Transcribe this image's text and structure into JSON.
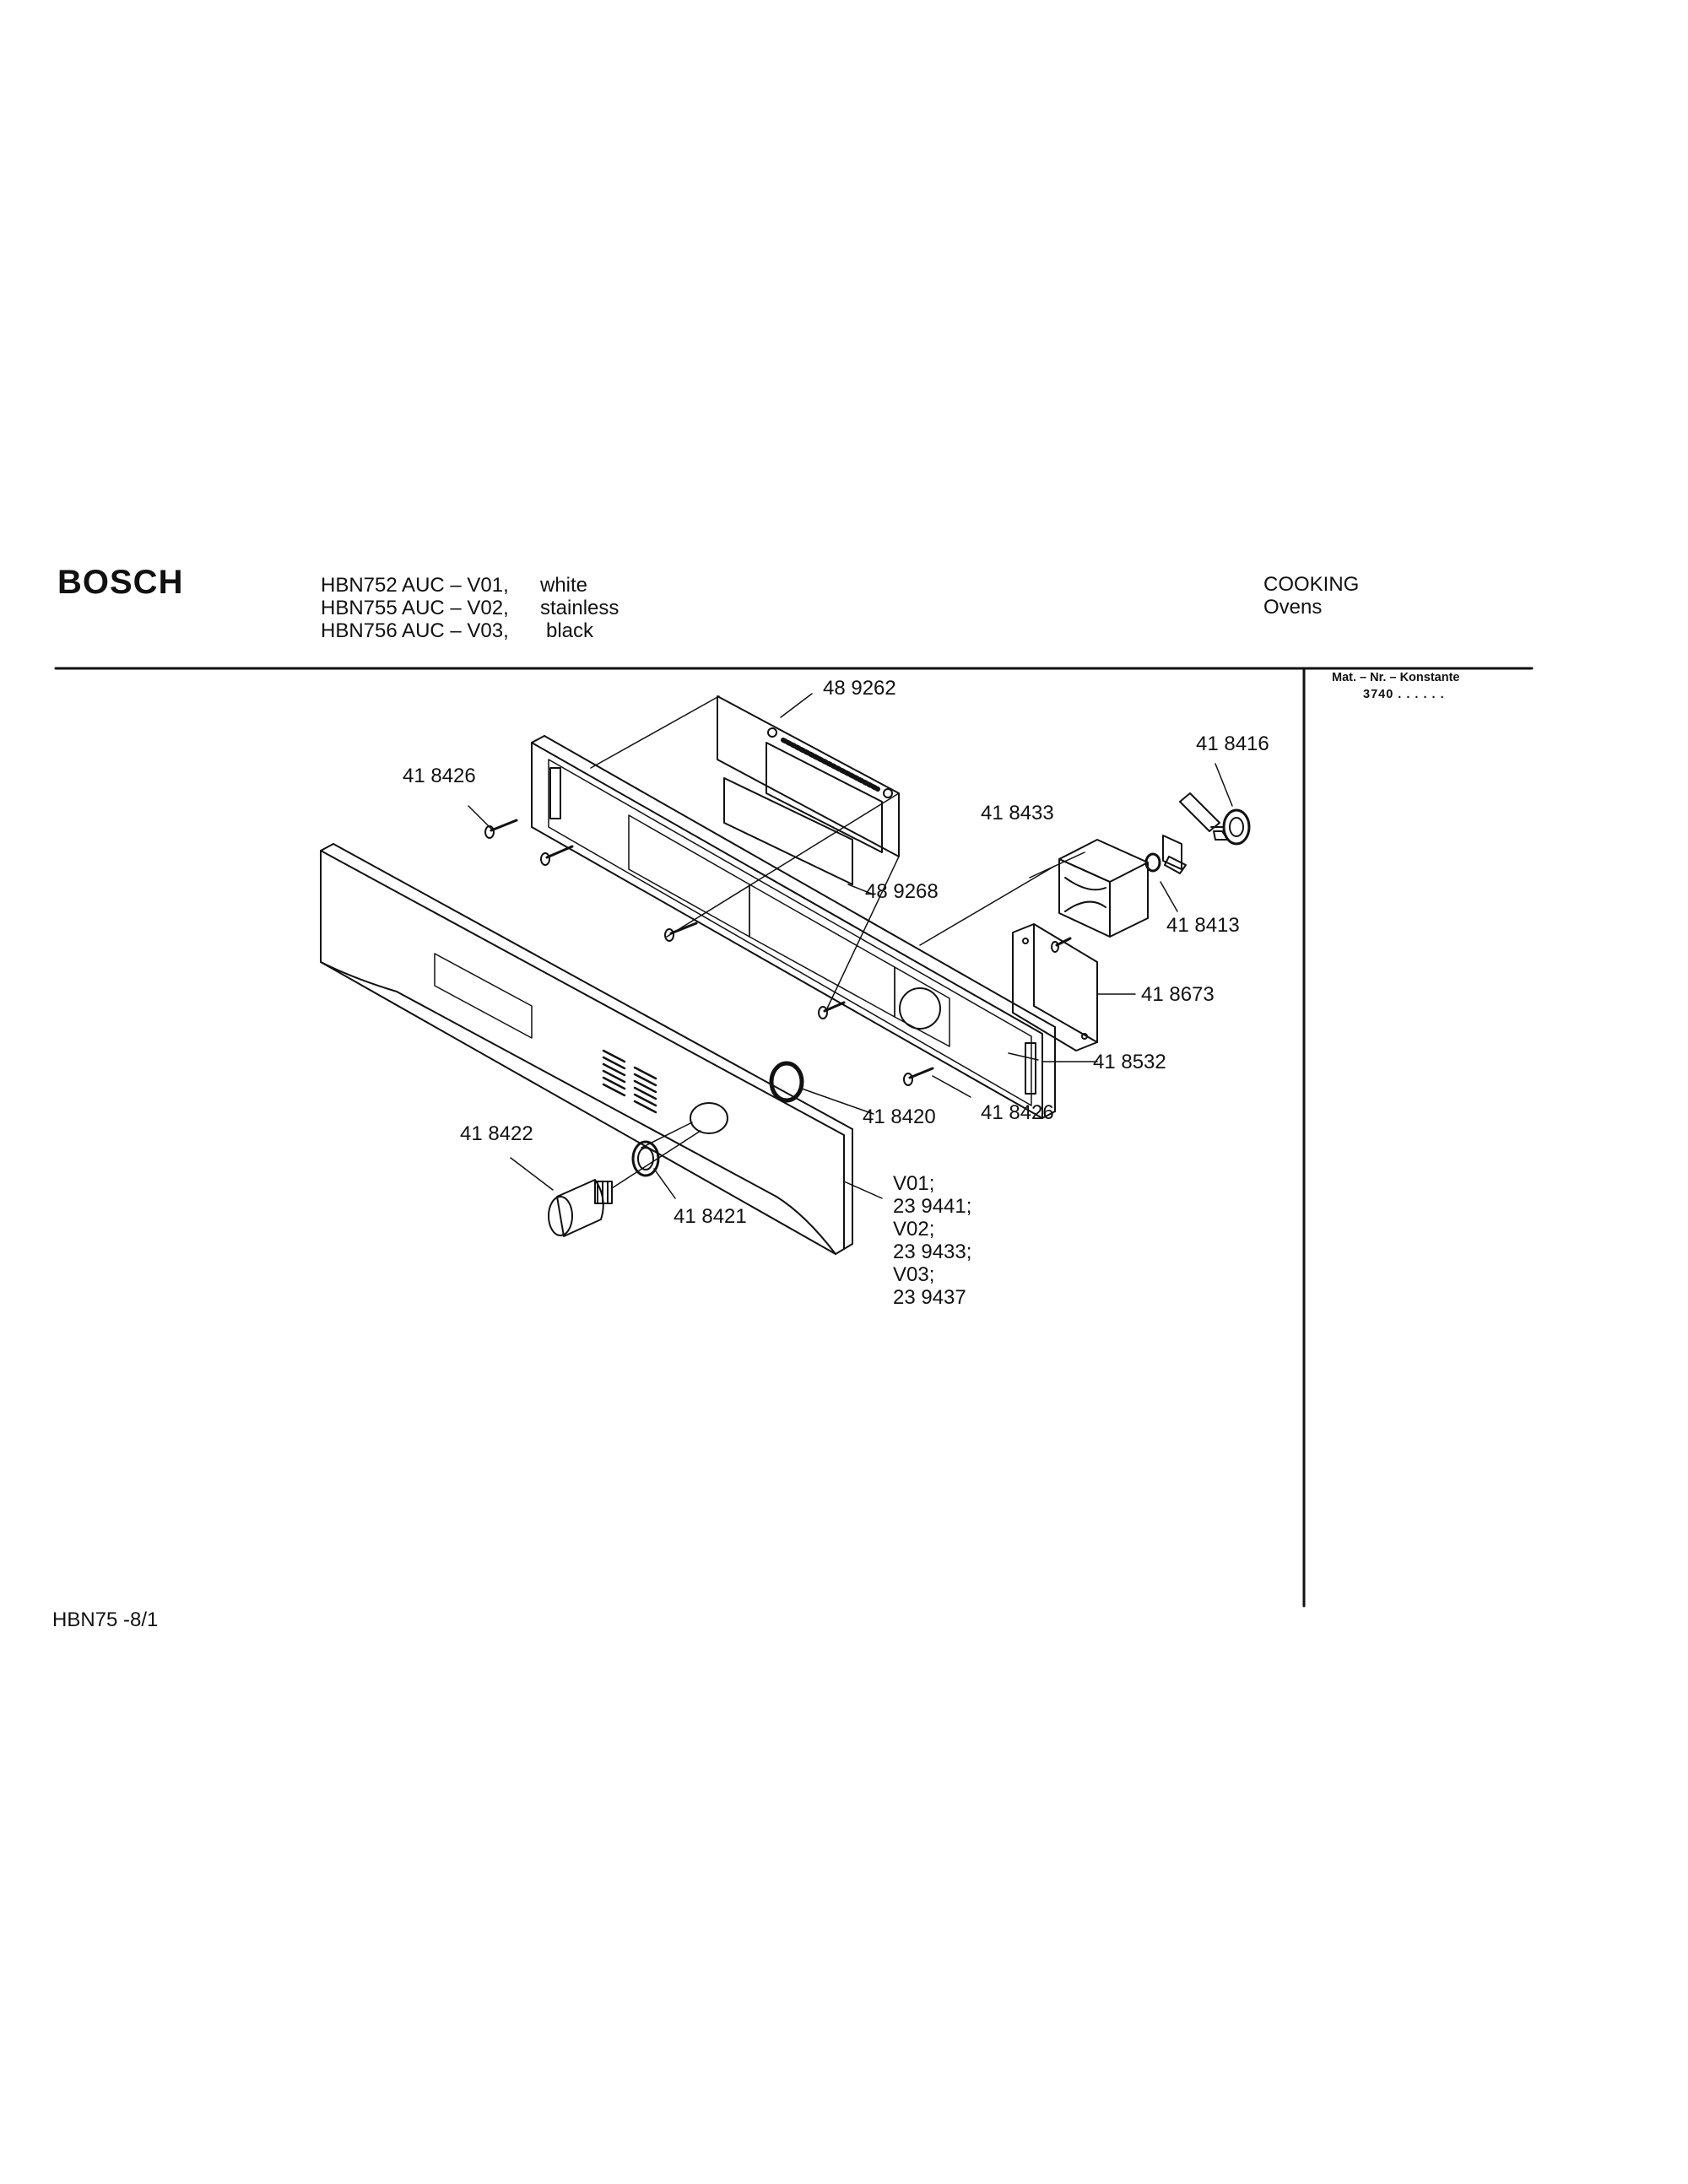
{
  "header": {
    "brand": "BOSCH",
    "models": [
      {
        "model": "HBN752 AUC – V01,",
        "finish": "white"
      },
      {
        "model": "HBN755 AUC – V02,",
        "finish": "stainless"
      },
      {
        "model": "HBN756 AUC – V03,",
        "finish": "black"
      }
    ],
    "category": "COOKING",
    "subcategory": "Ovens"
  },
  "sidebar": {
    "mat_label": "Mat. – Nr. – Konstante",
    "konstante": "3740 . .   . . . ."
  },
  "parts": [
    {
      "number": "48 9262"
    },
    {
      "number": "41 8426"
    },
    {
      "number": "41 8416"
    },
    {
      "number": "41 8433"
    },
    {
      "number": "48 9268"
    },
    {
      "number": "41 8413"
    },
    {
      "number": "41 8673"
    },
    {
      "number": "41 8532"
    },
    {
      "number": "41 8420"
    },
    {
      "number": "41 8426"
    },
    {
      "number": "41 8422"
    },
    {
      "number": "41 8421"
    }
  ],
  "variants": [
    "V01;",
    "23 9441;",
    "V02;",
    "23 9433;",
    "V03;",
    "23 9437"
  ],
  "footer": {
    "page_ref": "HBN75  -8/1"
  }
}
